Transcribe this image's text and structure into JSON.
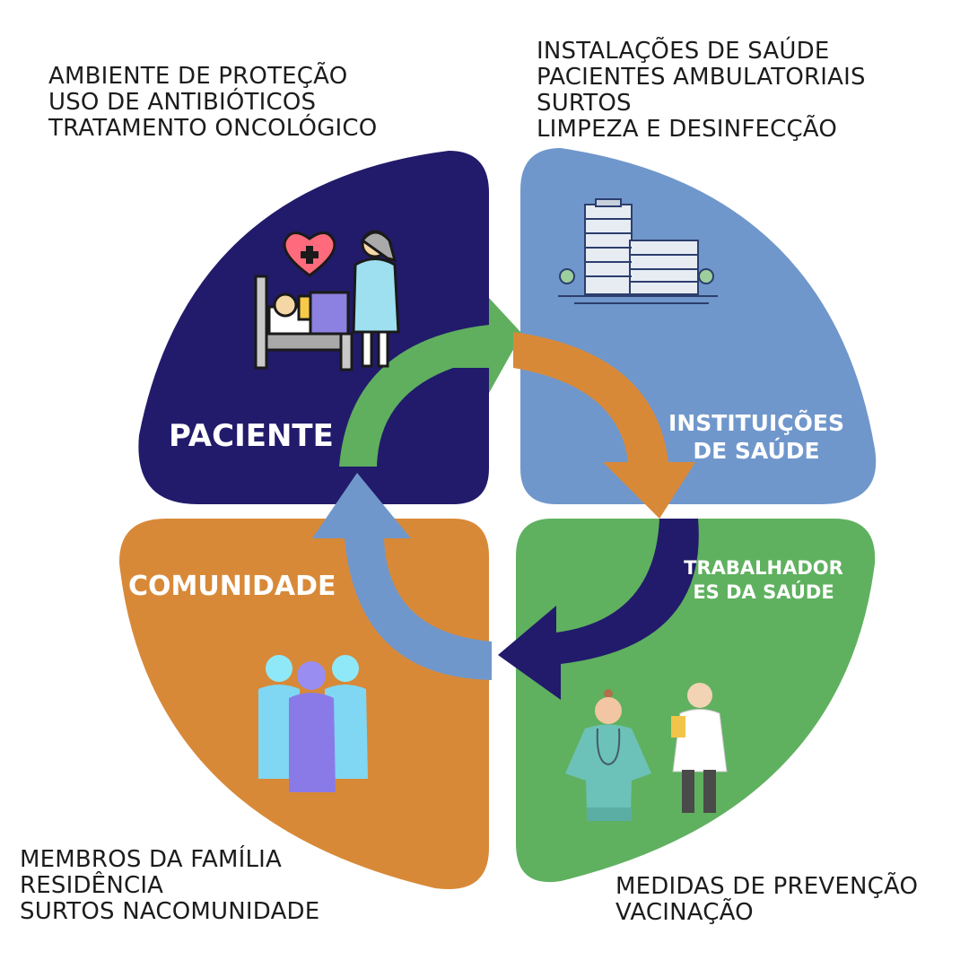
{
  "quadrants": {
    "paciente": {
      "label": "PACIENTE",
      "color": "#221b6b",
      "icon": "patient-bed-nurse-icon",
      "notes": [
        "AMBIENTE DE PROTEÇÃO",
        "USO DE ANTIBIÓTICOS",
        "TRATAMENTO ONCOLÓGICO"
      ]
    },
    "instituicoes": {
      "label_line1": "INSTITUIÇÕES",
      "label_line2": "DE SAÚDE",
      "color": "#7097cb",
      "icon": "hospital-building-icon",
      "notes": [
        "INSTALAÇÕES DE SAÚDE",
        "PACIENTES AMBULATORIAIS",
        "SURTOS",
        "LIMPEZA E DESINFECÇÃO"
      ]
    },
    "trabalhadores": {
      "label_line1": "TRABALHADOR",
      "label_line2": "ES DA SAÚDE",
      "color": "#5fb15f",
      "icon": "health-workers-icon",
      "notes": [
        "MEDIDAS DE PREVENÇÃO",
        "VACINAÇÃO"
      ]
    },
    "comunidade": {
      "label": "COMUNIDADE",
      "color": "#d88938",
      "icon": "family-group-icon",
      "notes": [
        "MEMBROS DA FAMÍLIA",
        "RESIDÊNCIA",
        "SURTOS NACOMUNIDADE"
      ]
    }
  },
  "arrows": {
    "green": "#5faf5f",
    "orange": "#d88938",
    "navy": "#221b6b",
    "blue": "#7097cb"
  }
}
